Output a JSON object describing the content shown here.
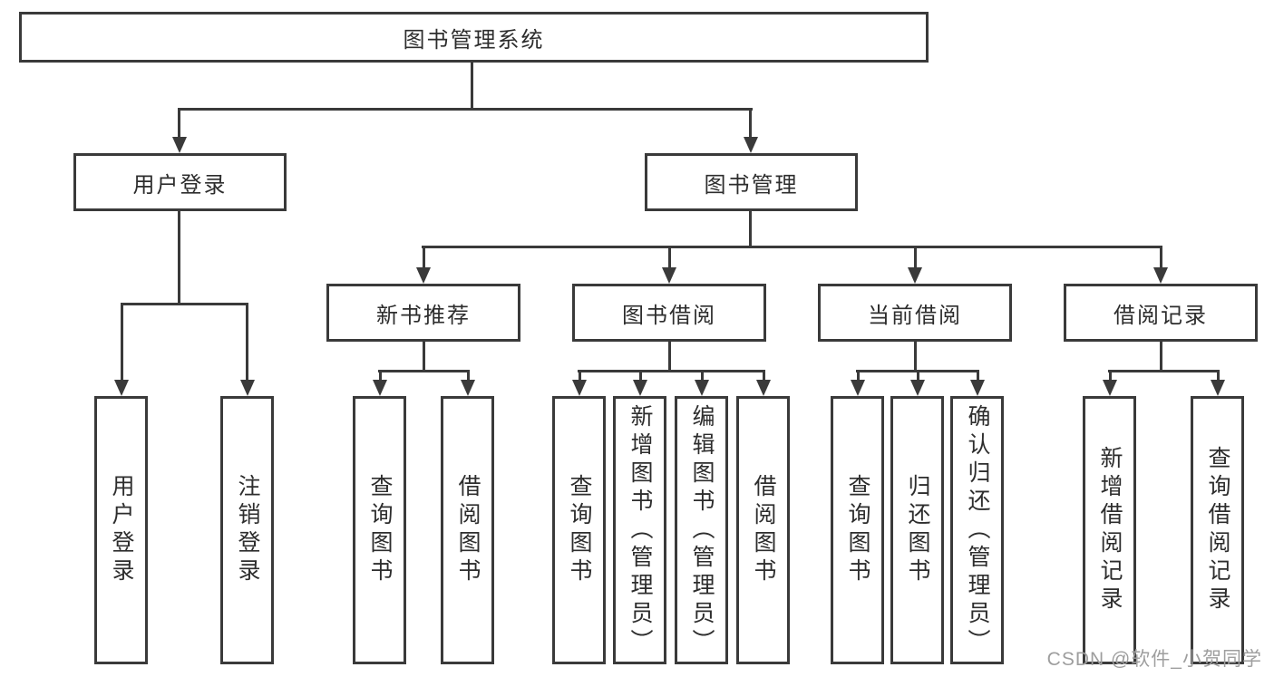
{
  "nodes": {
    "root": "图书管理系统",
    "level2": [
      "用户登录",
      "图书管理"
    ],
    "level3": [
      "新书推荐",
      "图书借阅",
      "当前借阅",
      "借阅记录"
    ],
    "leafGroups": [
      {
        "items": [
          "用户登录",
          "注销登录"
        ]
      },
      {
        "items": [
          "查询图书",
          "借阅图书"
        ]
      },
      {
        "items": [
          "查询图书",
          "新增图书（管理员）",
          "编辑图书（管理员）",
          "借阅图书"
        ]
      },
      {
        "items": [
          "查询图书",
          "归还图书",
          "确认归还（管理员）"
        ]
      },
      {
        "items": [
          "新增借阅记录",
          "查询借阅记录"
        ]
      }
    ]
  },
  "watermark": "CSDN @软件_小贺同学",
  "colors": {
    "line": "#3a3a3a",
    "text": "#2d2d2d",
    "watermark": "#9e9e9e",
    "background": "#ffffff"
  }
}
